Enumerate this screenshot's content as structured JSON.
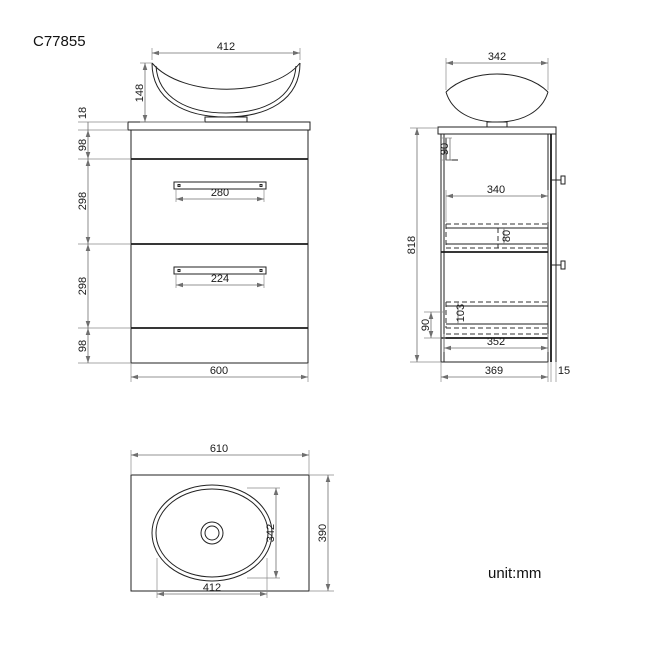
{
  "document": {
    "model_code": "C77855",
    "unit_note": "unit:mm"
  },
  "views": {
    "front": {
      "name": "front-elevation",
      "dimensions": {
        "basin_width": "412",
        "basin_height": "148",
        "countertop_thickness": "18",
        "top_band_height": "98",
        "upper_drawer_height": "298",
        "lower_drawer_height": "298",
        "plinth_height": "98",
        "cabinet_width": "600",
        "upper_handle_width": "280",
        "lower_handle_width": "224"
      }
    },
    "side": {
      "name": "side-elevation",
      "dimensions": {
        "basin_depth": "342",
        "total_height": "818",
        "top_inset": "90",
        "upper_drawer_depth": "340",
        "upper_drawer_detail": "80",
        "lower_drawer_detail": "103",
        "bottom_inset": "90",
        "lower_drawer_depth": "352",
        "cabinet_depth": "369",
        "back_projection": "15"
      }
    },
    "top": {
      "name": "top-plan",
      "dimensions": {
        "counter_width": "610",
        "counter_depth": "390",
        "bowl_length": "412",
        "bowl_width": "342"
      }
    }
  },
  "colors": {
    "line": "#222222",
    "dimension": "#6f6f6f",
    "text": "#1a1a1a",
    "background": "#ffffff"
  }
}
